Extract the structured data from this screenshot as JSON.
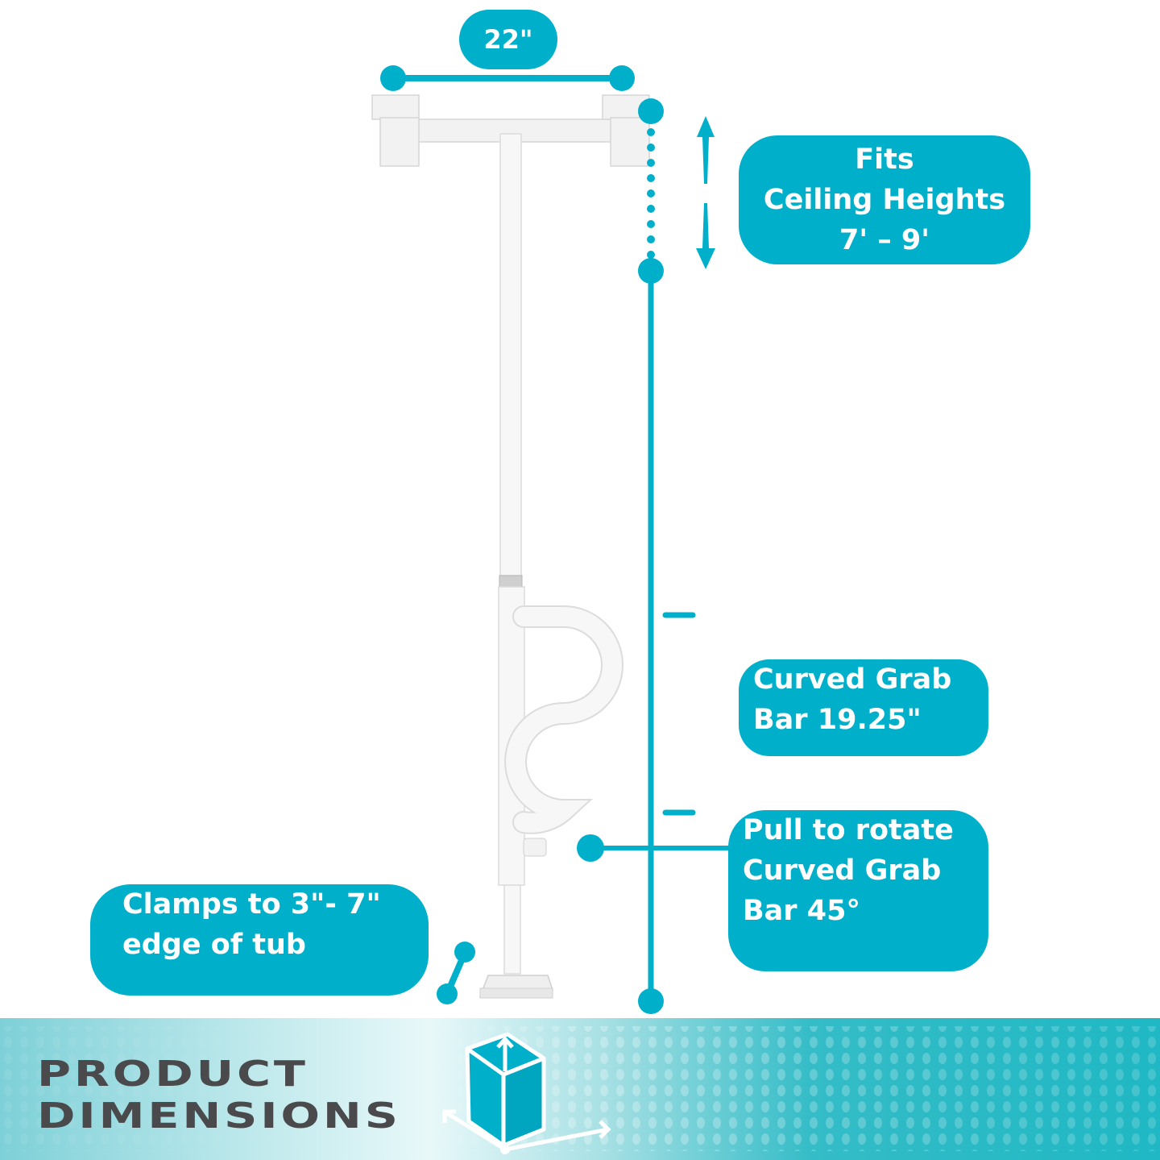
{
  "theme": {
    "accent": "#00b0cb",
    "banner_text": "#4a4a4c",
    "product": "#f4f4f4"
  },
  "callouts": {
    "width": {
      "label": "22\""
    },
    "ceiling": {
      "line1": "Fits",
      "line2": "Ceiling Heights",
      "line3": "7' – 9'"
    },
    "grab_bar": {
      "line1": "Curved Grab",
      "line2": "Bar 19.25\""
    },
    "rotate": {
      "line1": "Pull to rotate",
      "line2": "Curved Grab",
      "line3": "Bar 45°"
    },
    "clamp": {
      "line1": "Clamps to 3\"- 7\"",
      "line2": "edge of tub"
    }
  },
  "banner": {
    "line1": "PRODUCT",
    "line2": "DIMENSIONS",
    "icon": "cube-dimensions-icon"
  },
  "product": {
    "name": "tension-pole-with-curved-grab-bar"
  }
}
